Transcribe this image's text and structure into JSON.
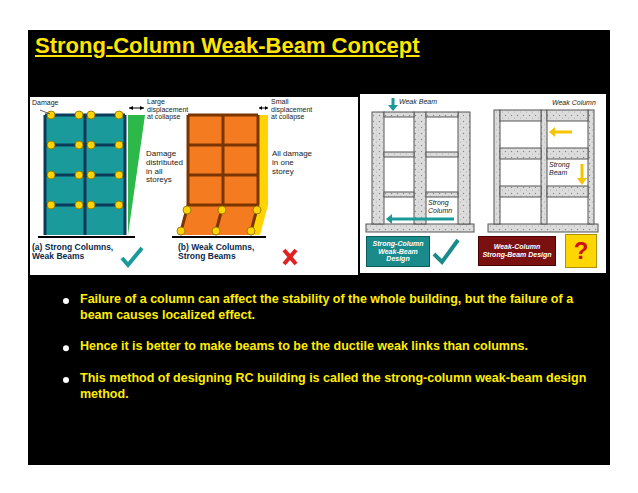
{
  "diagram": {
    "title": "Strong-Column Weak-Beam Concept",
    "nodes": [
      {
        "text": [
          "Strong-Column Weak-Beam Design"
        ]
      },
      {
        "text": [
          "Weak-Column Strong-Beam Design"
        ]
      },
      {
        "text": [
          "?"
        ]
      }
    ],
    "labels": [
      "Damage",
      "Large displacement at collapse",
      "Damage distributed in all storeys",
      "Small displacement at collapse",
      "All damage in one storey",
      "(a) Strong Columns, Weak Beams",
      "(b) Weak Columns, Strong Beams",
      "Weak Beam",
      "Strong Column",
      "Weak Column",
      "Strong Beam",
      "Failure of a column can affect the stability of the whole building, but the failure of a beam causes localized effect.",
      "Hence it is better to make beams to be the ductile weak links than columns.",
      "This method of designing RC building is called the strong-column weak-beam design method."
    ]
  }
}
